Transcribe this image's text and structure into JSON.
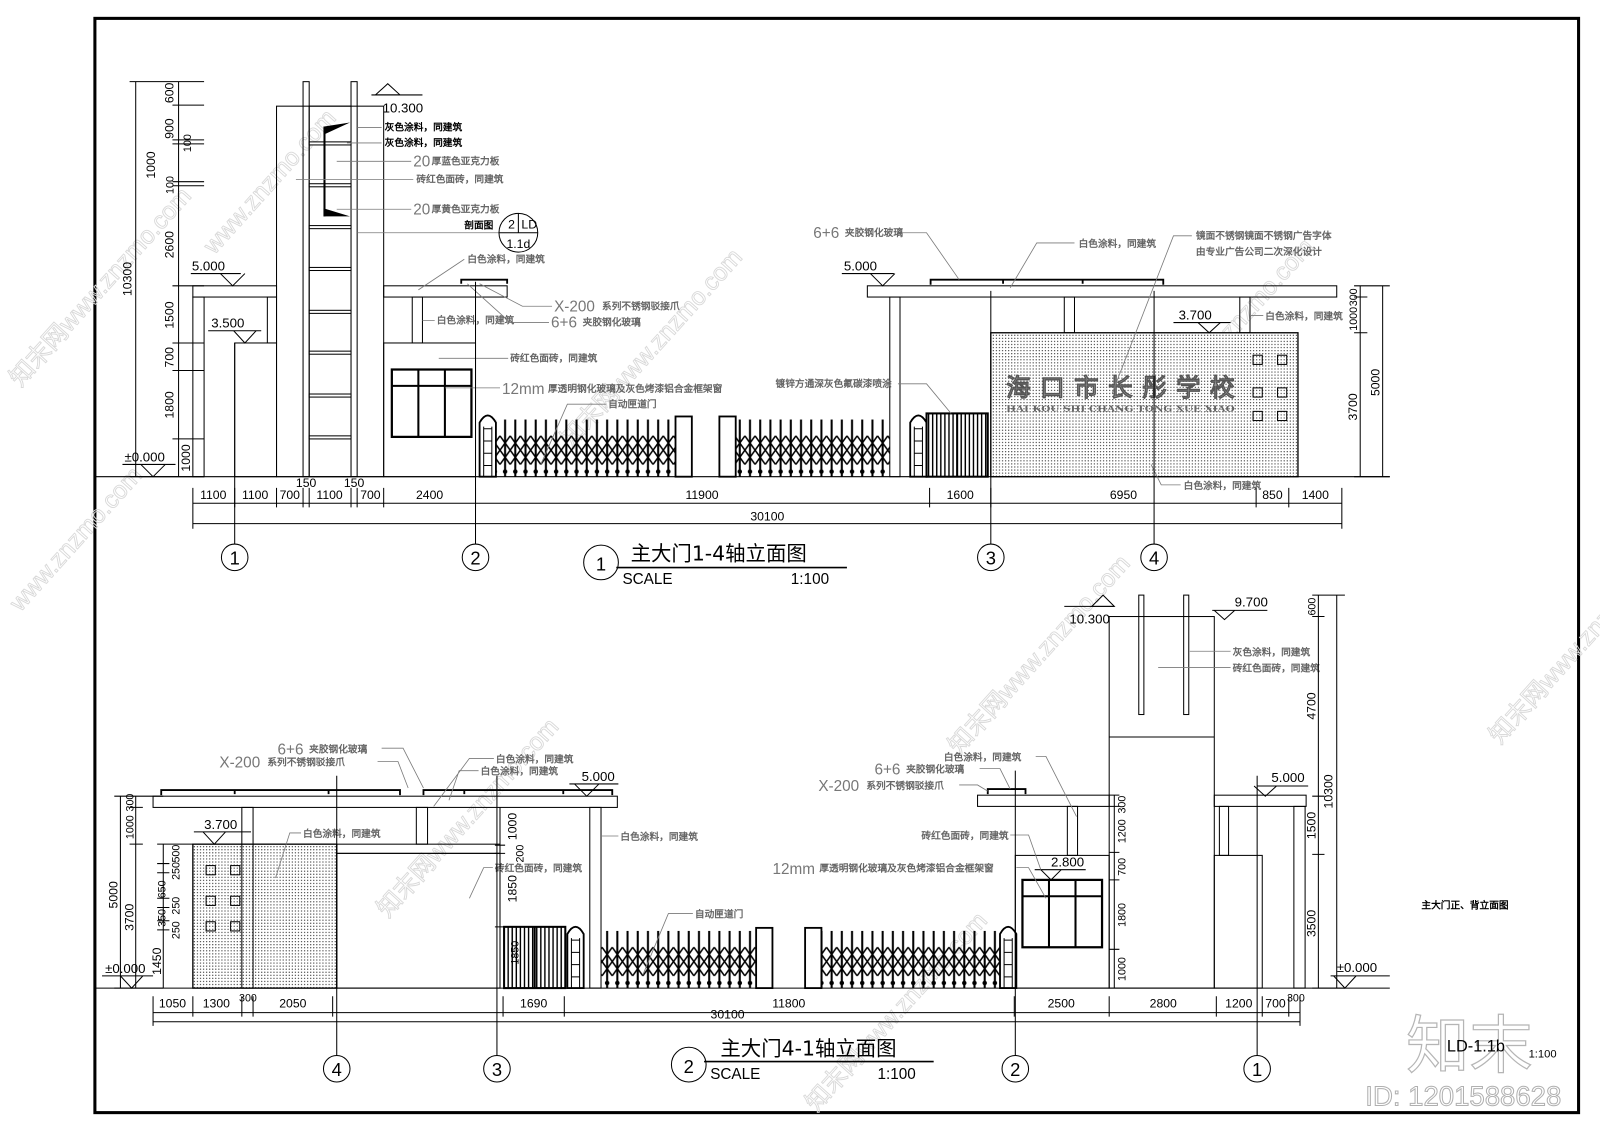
{
  "colors": {
    "line": "#000000",
    "annotation_gray": "#666666",
    "watermark": "#d9d9d9",
    "background": "#ffffff"
  },
  "elevation_1": {
    "number": "1",
    "title": "主大门1-4轴立面图",
    "scale_label": "SCALE",
    "scale_value": "1:100",
    "levels": {
      "tower_top": "10.300",
      "left_canopy": "5.000",
      "left_wall": "3.500",
      "ground": "±0.000",
      "right_canopy": "5.000",
      "sign_top": "3.700"
    },
    "axes": [
      "1",
      "2",
      "3",
      "4"
    ],
    "section_ref": {
      "label": "剖面图",
      "number": "2",
      "sheet": "LD",
      "detail": "1.1d"
    },
    "sign": {
      "chinese": "海口市长彤学校",
      "pinyin": "HAI KOU SHI CHANG TONG XUE XIAO"
    },
    "annotations": [
      {
        "text": "灰色涂料，同建筑"
      },
      {
        "text": "灰色涂料，同建筑"
      },
      {
        "prefix": "20",
        "text": "厚蓝色亚克力板"
      },
      {
        "text": "砖红色面砖，同建筑"
      },
      {
        "prefix": "20",
        "text": "厚黄色亚克力板"
      },
      {
        "text": "白色涂料，同建筑"
      },
      {
        "text": "白色涂料，同建筑"
      },
      {
        "prefix": "X-200",
        "text": "系列不锈钢驳接爪"
      },
      {
        "prefix": "6+6",
        "text": "夹胶钢化玻璃"
      },
      {
        "text": "砖红色面砖，同建筑"
      },
      {
        "prefix": "12mm",
        "text": "厚透明钢化玻璃及灰色烤漆铝合金框架窗"
      },
      {
        "text": "自动匣道门"
      },
      {
        "text": "镀锌方通深灰色氟碳漆喷涂"
      },
      {
        "prefix": "6+6",
        "text": "夹胶钢化玻璃"
      },
      {
        "text": "白色涂料，同建筑"
      },
      {
        "text": "镜面不锈钢镜面不锈钢广告字体"
      },
      {
        "text": "由专业广告公司二次深化设计"
      },
      {
        "text": "白色涂料，同建筑"
      },
      {
        "text": "白色涂料，同建筑"
      }
    ],
    "dims_left": {
      "total": "10300",
      "segments": [
        "600",
        "900",
        "100",
        "1000",
        "100",
        "2600",
        "1500",
        "700",
        "1800",
        "1000"
      ]
    },
    "dims_right": {
      "total": "5000",
      "segments": [
        "300",
        "1000",
        "3700"
      ]
    },
    "dims_bottom": {
      "total": "30100",
      "segments": [
        "1100",
        "1100",
        "700",
        "150",
        "1100",
        "150",
        "700",
        "2400",
        "11900",
        "1600",
        "6950",
        "850",
        "1400"
      ]
    }
  },
  "elevation_2": {
    "number": "2",
    "title": "主大门4-1轴立面图",
    "scale_label": "SCALE",
    "scale_value": "1:100",
    "levels": {
      "tower_top": "10.300",
      "tower_fin": "9.700",
      "left_canopy": "5.000",
      "sign_top": "3.700",
      "ground_left": "±0.000",
      "window_top": "2.800",
      "right_canopy": "5.000",
      "ground_right": "±0.000"
    },
    "axes": [
      "4",
      "3",
      "2",
      "1"
    ],
    "annotations": [
      {
        "prefix": "6+6",
        "text": "夹胶钢化玻璃"
      },
      {
        "prefix": "X-200",
        "text": "系列不锈钢驳接爪"
      },
      {
        "text": "白色涂料，同建筑"
      },
      {
        "text": "白色涂料，同建筑"
      },
      {
        "text": "白色涂料，同建筑"
      },
      {
        "text": "砖红色面砖，同建筑"
      },
      {
        "text": "白色涂料，同建筑"
      },
      {
        "text": "自动匣道门"
      },
      {
        "text": "灰色涂料，同建筑"
      },
      {
        "text": "砖红色面砖，同建筑"
      },
      {
        "text": "白色涂料，同建筑"
      },
      {
        "prefix": "6+6",
        "text": "夹胶钢化玻璃"
      },
      {
        "prefix": "X-200",
        "text": "系列不锈钢驳接爪"
      },
      {
        "text": "砖红色面砖，同建筑"
      },
      {
        "prefix": "12mm",
        "text": "厚透明钢化玻璃及灰色烤漆铝合金框架窗"
      }
    ],
    "dims_left": {
      "total": "5000",
      "mid": [
        "300",
        "1000",
        "3700"
      ],
      "sub": [
        "500",
        "250",
        "650",
        "250",
        "350",
        "250",
        "1450"
      ]
    },
    "dims_mid": {
      "segments": [
        "1000",
        "200",
        "1850"
      ],
      "door": "1850"
    },
    "dims_tower": {
      "segments": [
        "300",
        "1200",
        "700",
        "1800",
        "1000"
      ]
    },
    "dims_right": {
      "total": "10300",
      "segments": [
        "600",
        "4700",
        "1500",
        "3500"
      ]
    },
    "dims_bottom": {
      "total": "30100",
      "segments": [
        "1050",
        "1300",
        "300",
        "2050",
        "1690",
        "11800",
        "2500",
        "2800",
        "1200",
        "700",
        "300"
      ]
    }
  },
  "title_block": {
    "drawing_name": "主大门正、背立面图",
    "sheet_number": "LD-1.1b",
    "scale": "1:100"
  },
  "watermarks": {
    "brand": "知末",
    "id": "ID: 1201588628",
    "site": "知末网www.znzmo.com",
    "site_short": "www.znzmo.com"
  }
}
